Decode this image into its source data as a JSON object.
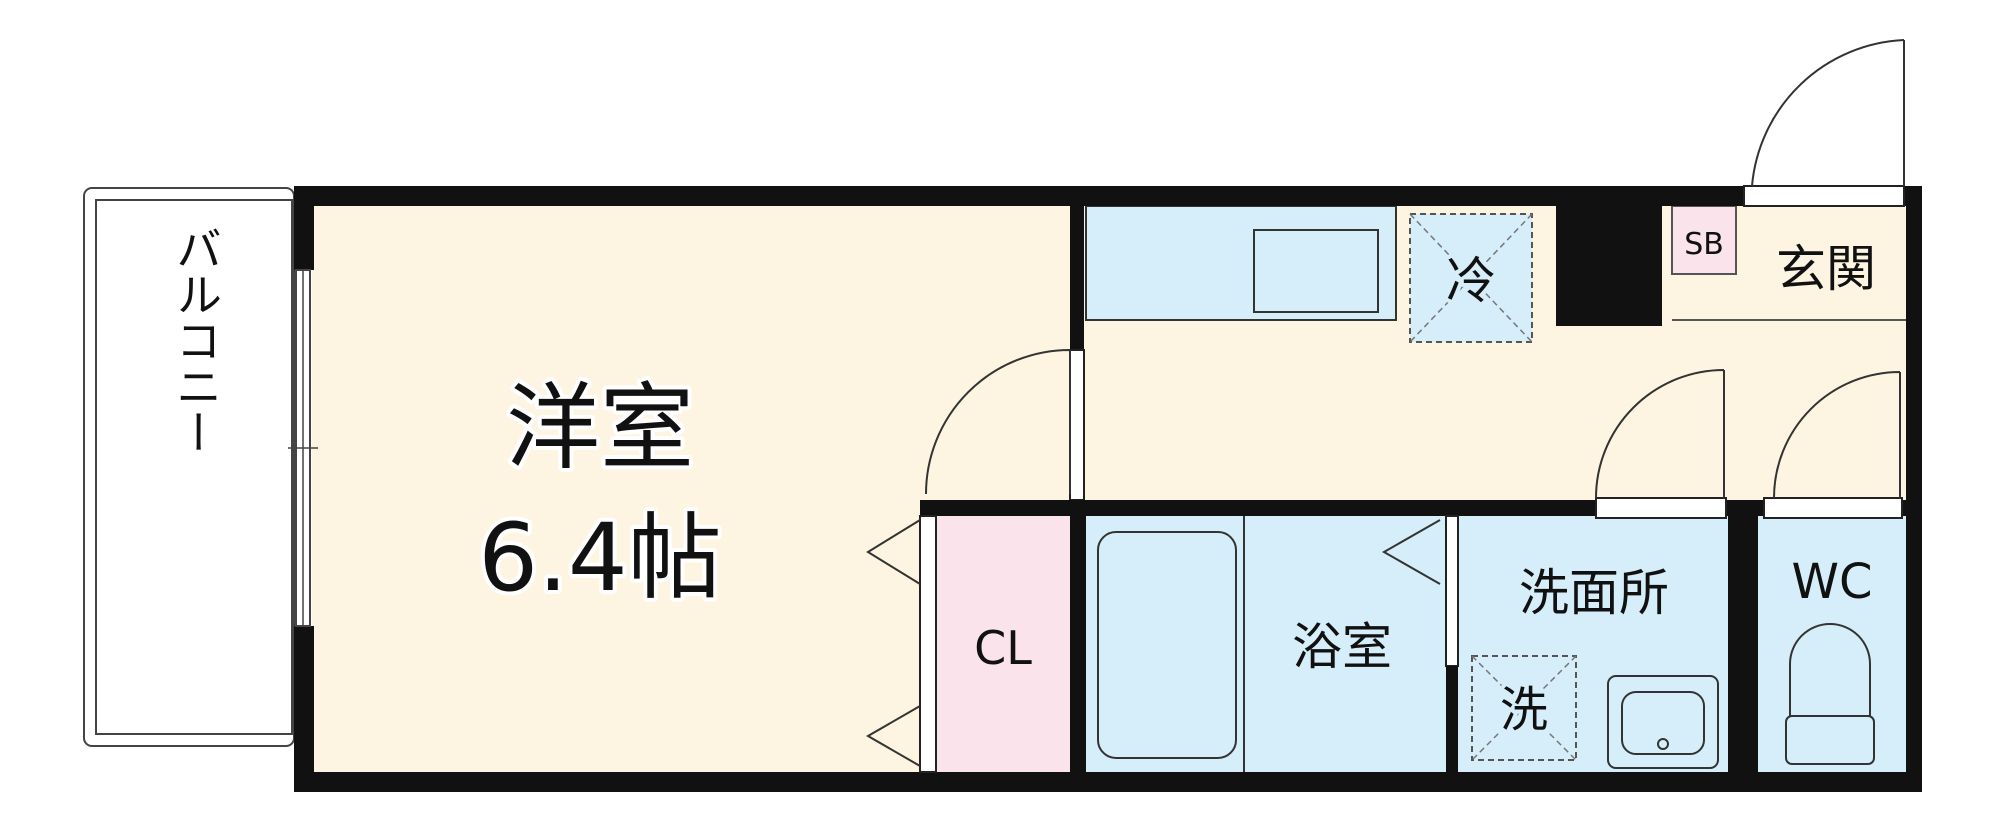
{
  "rooms": {
    "western_room": {
      "name": "洋室",
      "size": "6.4帖"
    },
    "balcony": {
      "name": "バルコニー"
    },
    "closet": {
      "name": "CL"
    },
    "bathroom": {
      "name": "浴室"
    },
    "washroom": {
      "name": "洗面所"
    },
    "toilet": {
      "name": "WC"
    },
    "entrance": {
      "name": "玄関"
    },
    "shoe_box": {
      "name": "SB"
    },
    "fridge_space": {
      "name": "冷"
    },
    "washer_space": {
      "name": "洗"
    }
  },
  "colors": {
    "wall": "#111111",
    "living_floor": "#fdf5e2",
    "wet_area": "#d6eef9",
    "closet": "#fbe3ec",
    "shoe_box": "#fbe3ec"
  }
}
